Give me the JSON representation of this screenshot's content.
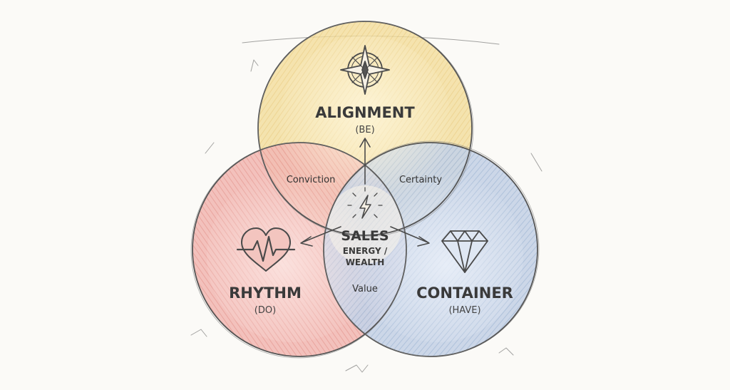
{
  "diagram": {
    "top": {
      "title": "ALIGNMENT",
      "subtitle": "(BE)",
      "icon": "compass-icon",
      "color": "#e8c66a"
    },
    "left": {
      "title": "RHYTHM",
      "subtitle": "(DO)",
      "icon": "heartbeat-icon",
      "color": "#dd6a62"
    },
    "right": {
      "title": "CONTAINER",
      "subtitle": "(HAVE)",
      "icon": "diamond-icon",
      "color": "#6c8fbf"
    },
    "overlaps": {
      "top_left": "Conviction",
      "top_right": "Certainty",
      "bottom": "Value"
    },
    "center": {
      "title": "SALES",
      "line1": "ENERGY /",
      "line2": "WEALTH",
      "icon": "lightning-icon"
    }
  }
}
